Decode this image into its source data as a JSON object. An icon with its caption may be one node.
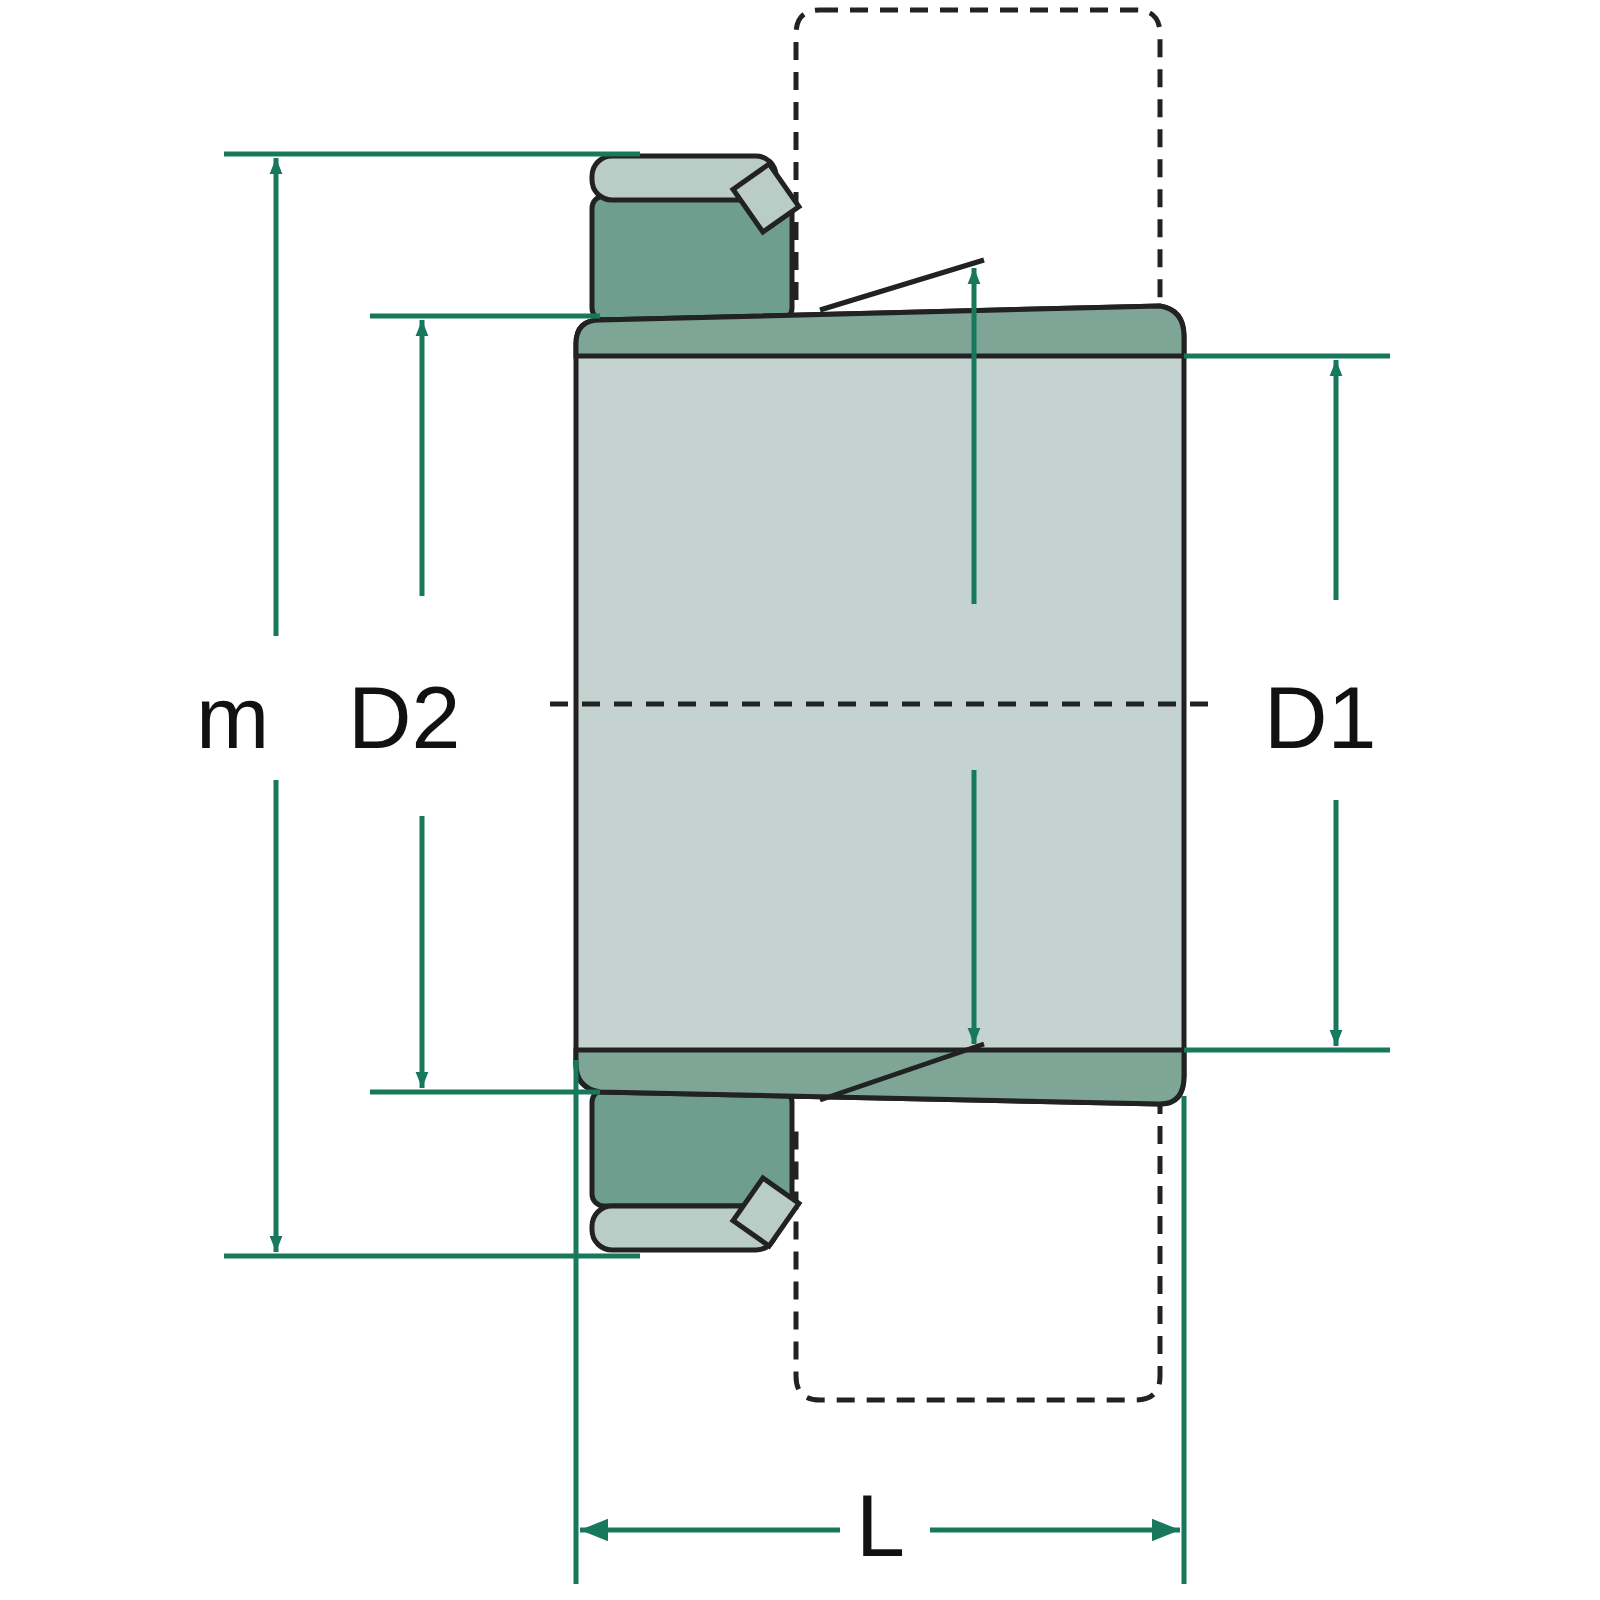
{
  "diagram": {
    "labels": [
      "m",
      "D2",
      "D1",
      "L"
    ]
  }
}
